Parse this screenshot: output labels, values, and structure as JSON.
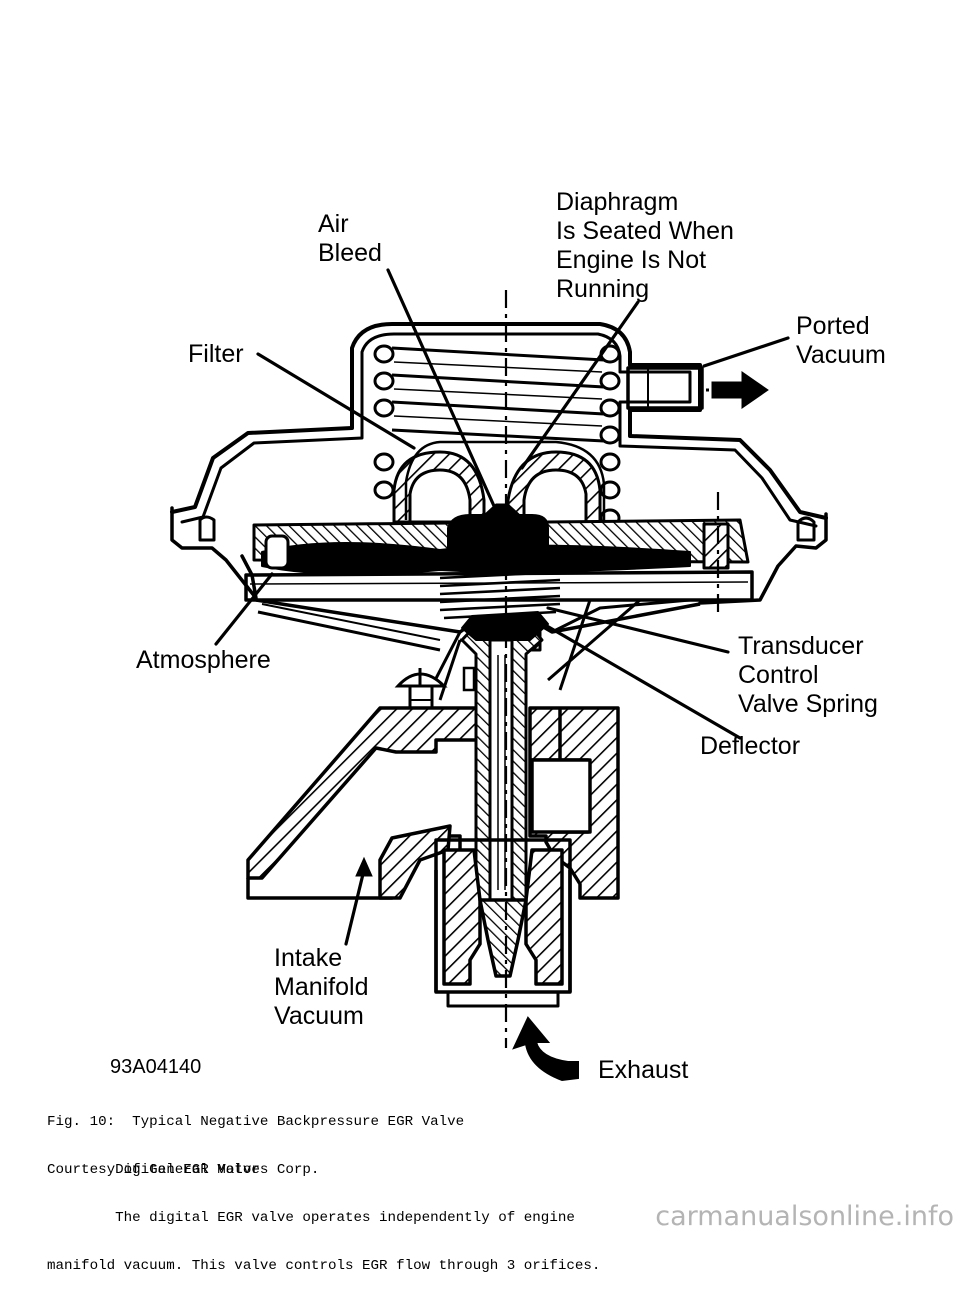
{
  "labels": {
    "air_bleed": [
      "Air",
      "Bleed"
    ],
    "diaphragm": [
      "Diaphragm",
      "Is Seated When",
      "Engine Is Not",
      "Running"
    ],
    "filter": [
      "Filter"
    ],
    "ported_vacuum": [
      "Ported",
      "Vacuum"
    ],
    "atmosphere": [
      "Atmosphere"
    ],
    "transducer": [
      "Transducer",
      "Control",
      "Valve Spring"
    ],
    "deflector": [
      "Deflector"
    ],
    "intake": [
      "Intake",
      "Manifold",
      "Vacuum"
    ],
    "exhaust": [
      "Exhaust"
    ],
    "figure_code": [
      "93A04140"
    ]
  },
  "caption": {
    "line1": "Fig. 10:  Typical Negative Backpressure EGR Valve",
    "line2": "Courtesy of General Motors Corp."
  },
  "body": {
    "line1": "        Digital EGR Valve",
    "line2": "        The digital EGR valve operates independently of engine",
    "line3": "manifold vacuum. This valve controls EGR flow through 3 orifices."
  },
  "watermark": "carmanualsonline.info"
}
